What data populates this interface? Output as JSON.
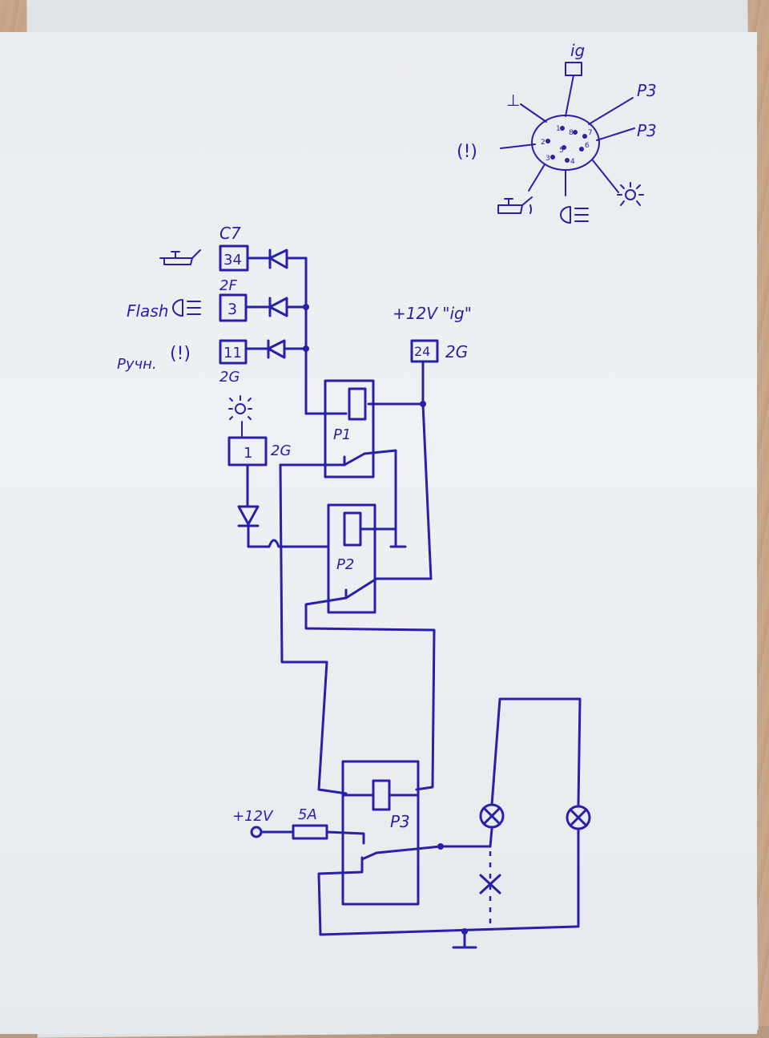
{
  "connector_top": {
    "top_label": "ig",
    "ground_label": "⊥",
    "right_upper": "P3",
    "right_middle": "P3",
    "left_label": "(!)",
    "pin_numbers": [
      "1",
      "8",
      "7",
      "2",
      "6",
      "3",
      "4",
      "5"
    ]
  },
  "left_block": {
    "c7": "C7",
    "pin_34": "34",
    "f2": "2F",
    "pin_3": "3",
    "flash_label": "Flash",
    "pin_11": "11",
    "ruchn_label": "Ручн.",
    "excl_label": "(!)",
    "g2_a": "2G",
    "pin_1": "1",
    "g2_b": "2G"
  },
  "power_block": {
    "ign_label": "+12V \"ig\"",
    "pin_24": "24",
    "g2": "2G"
  },
  "relays": {
    "p1": "P1",
    "p2": "P2",
    "p3": "P3"
  },
  "supply": {
    "voltage": "+12V",
    "fuse": "5A"
  },
  "colors": {
    "ink": "#2a1fa8",
    "paper": "#eceff2",
    "wood": "#c4a287"
  }
}
